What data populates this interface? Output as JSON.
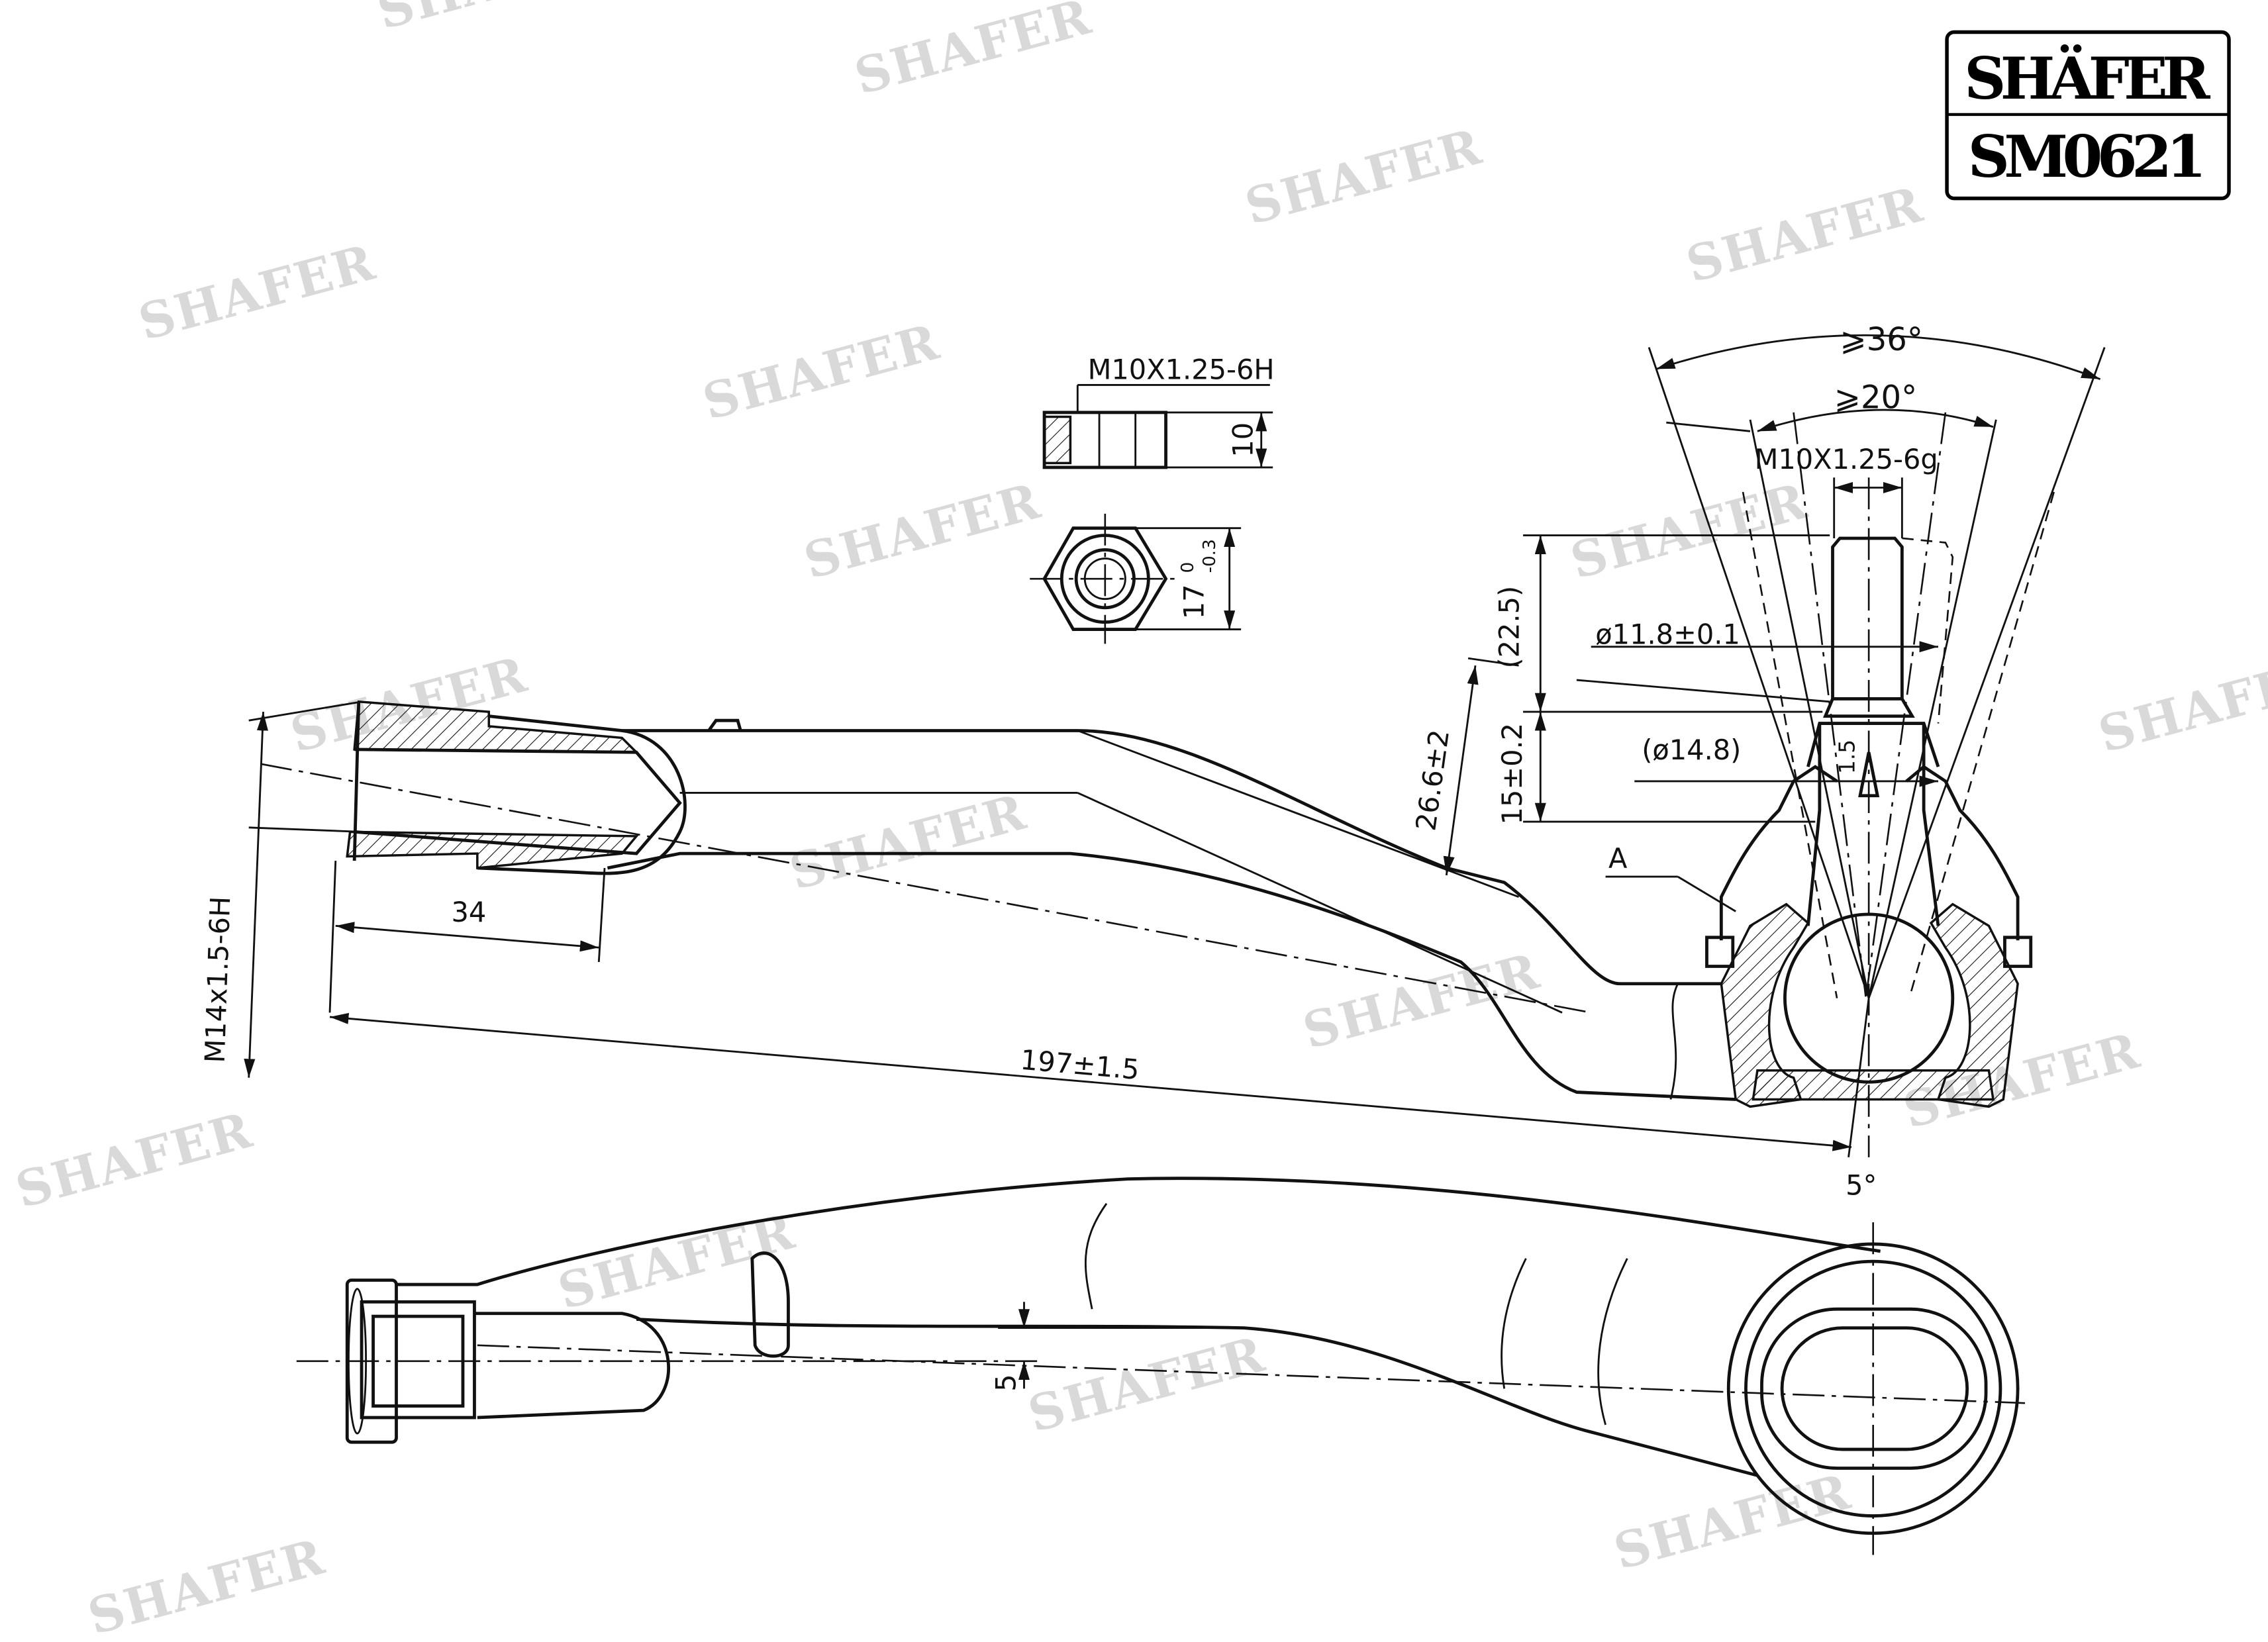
{
  "brand": {
    "name": "SHÄFER",
    "part_number": "SM0621"
  },
  "watermark": "SHAFER",
  "nut": {
    "thread": "M10X1.25-6H",
    "height": "10",
    "width": "17",
    "width_tol_upper": "0",
    "width_tol_lower": "-0.3"
  },
  "ball_joint": {
    "angle_outer": "⩾36°",
    "angle_inner": "⩾20°",
    "stud_thread": "M10X1.25-6g",
    "stud_length": "(22.5)",
    "stud_diameter": "ø11.8±0.1",
    "height_offset": "26.6±2",
    "taper_length": "15±0.2",
    "taper_diameter": "(ø14.8)",
    "taper_step": "1.5",
    "section_label": "A",
    "tilt_angle": "5°"
  },
  "rod": {
    "thread_depth": "34",
    "inner_thread": "M14x1.5-6H",
    "overall_length": "197±1.5"
  },
  "bottom_view": {
    "offset": "5"
  }
}
